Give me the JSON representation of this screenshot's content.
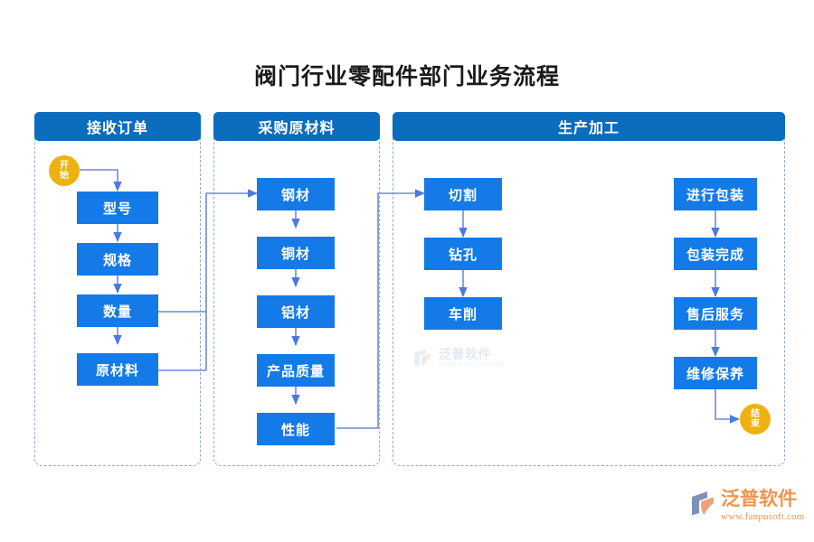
{
  "page": {
    "title": "阀门行业零配件部门业务流程",
    "background_color": "#ffffff"
  },
  "colors": {
    "header_blue": "#0c6cbe",
    "node_blue": "#137ae8",
    "terminator_yellow": "#edb211",
    "connector_blue": "#6c8cd5",
    "lane_dash": "#8fa7da",
    "logo_orange": "#f0934d"
  },
  "lanes": [
    {
      "id": "lane-receive-order",
      "header": "接收订单"
    },
    {
      "id": "lane-purchase-material",
      "header": "采购原材料"
    },
    {
      "id": "lane-production",
      "header": "生产加工"
    }
  ],
  "terminators": {
    "start": {
      "line1": "开",
      "line2": "始"
    },
    "end": {
      "line1": "结",
      "line2": "束"
    }
  },
  "nodes": {
    "receive_order": [
      {
        "id": "node-model",
        "label": "型号"
      },
      {
        "id": "node-spec",
        "label": "规格"
      },
      {
        "id": "node-quantity",
        "label": "数量"
      },
      {
        "id": "node-raw-material",
        "label": "原材料"
      }
    ],
    "purchase_material": [
      {
        "id": "node-steel",
        "label": "钢材"
      },
      {
        "id": "node-copper",
        "label": "铜材"
      },
      {
        "id": "node-aluminum",
        "label": "铝材"
      },
      {
        "id": "node-product-quality",
        "label": "产品质量"
      },
      {
        "id": "node-performance",
        "label": "性能"
      }
    ],
    "production_left": [
      {
        "id": "node-cutting",
        "label": "切割"
      },
      {
        "id": "node-drilling",
        "label": "钻孔"
      },
      {
        "id": "node-turning",
        "label": "车削"
      }
    ],
    "production_right": [
      {
        "id": "node-packaging",
        "label": "进行包装"
      },
      {
        "id": "node-packaging-done",
        "label": "包装完成"
      },
      {
        "id": "node-after-sales",
        "label": "售后服务"
      },
      {
        "id": "node-maintenance",
        "label": "维修保养"
      }
    ]
  },
  "watermark": {
    "cn": "泛普软件",
    "en": "FANPU SOFTWARE"
  },
  "logo": {
    "cn": "泛普软件",
    "url": "www.fanpusoft.com"
  }
}
